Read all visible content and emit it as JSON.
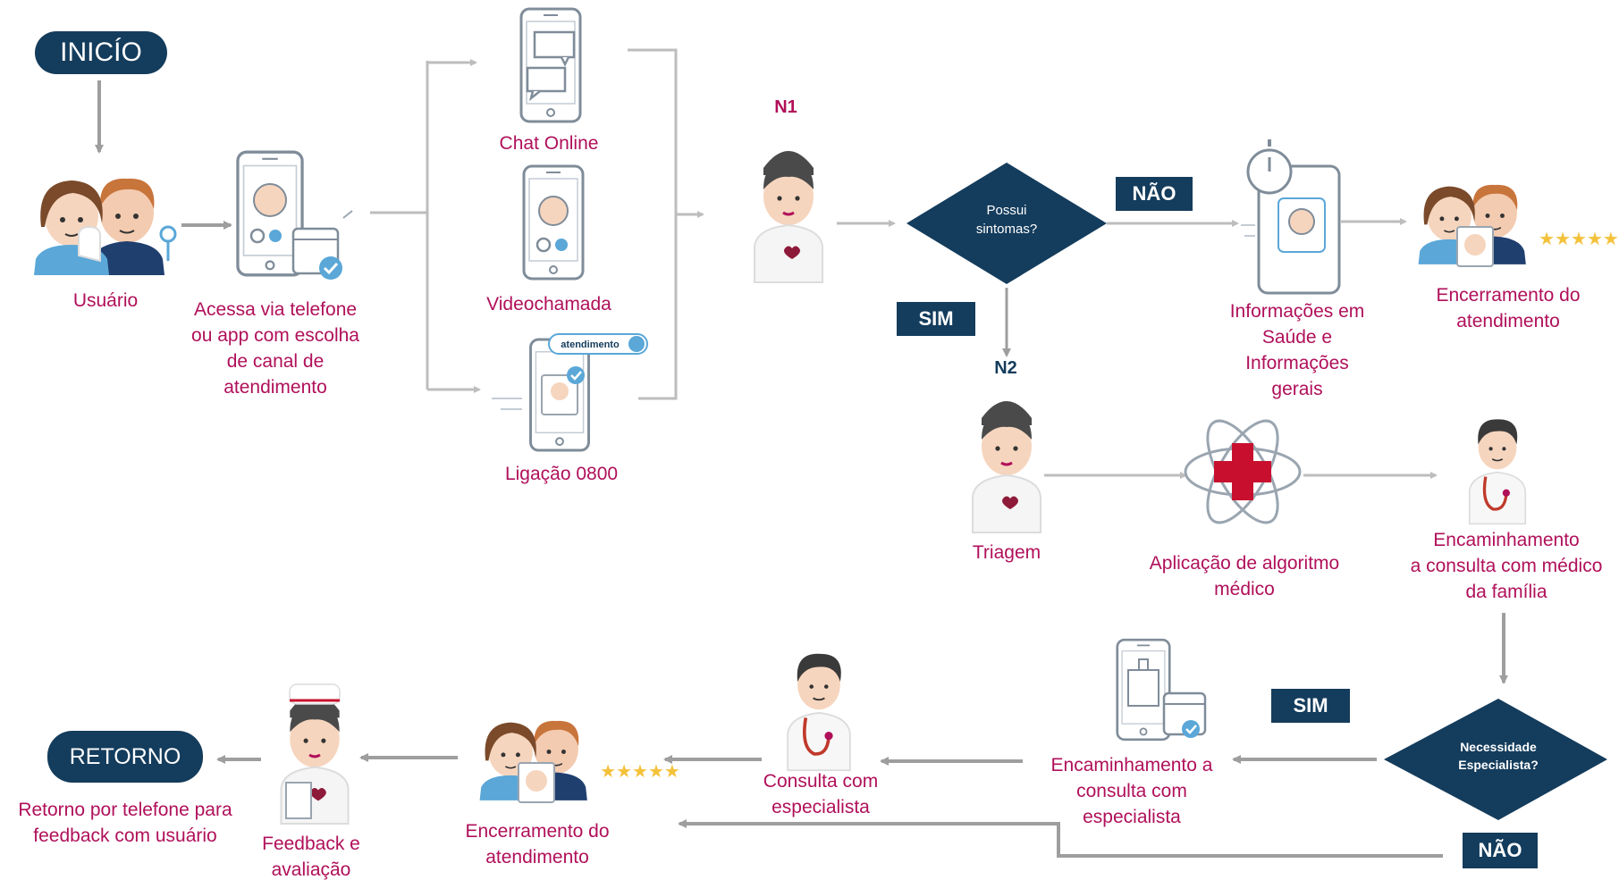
{
  "colors": {
    "navy": "#143c5c",
    "label": "#b0105a",
    "arrow": "#9e9e9e",
    "line": "#bdbdbd"
  },
  "start": {
    "text": "INICÍO"
  },
  "end": {
    "text": "RETORNO"
  },
  "nodes": {
    "usuario": "Usuário",
    "acessa": "Acessa via telefone\nou app com escolha\nde canal de\natendimento",
    "chat": "Chat Online",
    "video": "Videochamada",
    "ligacao": "Ligação 0800",
    "ligacao_badge": "atendimento",
    "n1": "N1",
    "n2": "N2",
    "informacoes": "Informações em\nSaúde e\nInformações\ngerais",
    "encerramento_top": "Encerramento do\natendimento",
    "triagem": "Triagem",
    "algoritmo": "Aplicação de algoritmo\nmédico",
    "encaminhamento_familia": "Encaminhamento\na consulta com médico\nda família",
    "encaminhamento_especialista": "Encaminhamento a\nconsulta com\nespecialista",
    "consulta_especialista": "Consulta com\nespecialista",
    "encerramento_bottom": "Encerramento do\natendimento",
    "feedback": "Feedback e\navaliação",
    "retorno_label": "Retorno por telefone para\nfeedback com usuário"
  },
  "decisions": {
    "sintomas": "Possui\nsintomas?",
    "especialista": "Necessidade\nEspecialista?"
  },
  "tags": {
    "nao_1": "NÃO",
    "sim_1": "SIM",
    "sim_2": "SIM",
    "nao_2": "NÃO"
  },
  "icons": {
    "usuario": "users-icon",
    "acessa": "phone-calendar-icon",
    "chat": "chat-phone-icon",
    "video": "video-phone-icon",
    "ligacao": "call-phone-icon",
    "n1": "nurse-icon",
    "n2": "nurse-icon",
    "informacoes": "stopwatch-phone-icon",
    "encerramento_top": "family-rating-icon",
    "algoritmo": "medical-atom-icon",
    "encaminhamento_familia": "doctor-icon",
    "encaminhamento_especialista": "hospital-phone-icon",
    "consulta_especialista": "doctor-icon",
    "encerramento_bottom": "family-rating-icon",
    "feedback": "nurse-form-icon"
  }
}
